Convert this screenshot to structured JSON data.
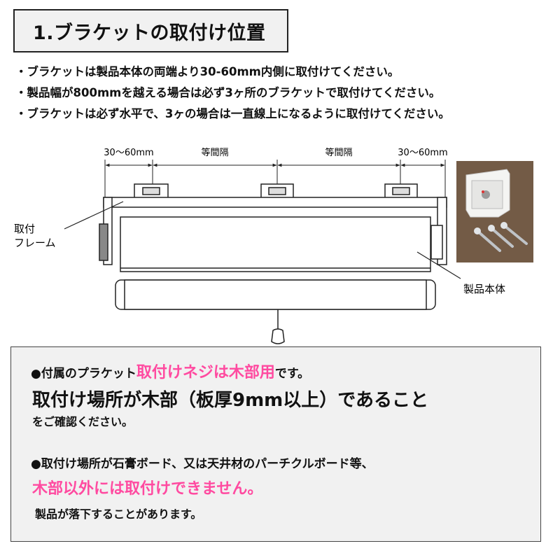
{
  "title": "1.ブラケットの取付け位置",
  "notes": [
    "・ブラケットは製品本体の両端より30-60mm内側に取付けてください。",
    "・製品幅が800mmを越える場合は必ず3ヶ所のブラケットで取付けてください。",
    "・ブラケットは必ず水平で、3ヶの場合は一直線上になるように取付けてください。"
  ],
  "diagram": {
    "dim_left": "30～60mm",
    "dim_mid_left": "等間隔",
    "dim_mid_right": "等間隔",
    "dim_right": "30～60mm",
    "label_frame_1": "取付",
    "label_frame_2": "フレーム",
    "label_body": "製品本体"
  },
  "photo": {
    "icon": "bracket-and-screws-photo"
  },
  "warning": {
    "line1_prefix": "●付属のプラケット",
    "line1_highlight": "取付けネジは木部用",
    "line1_suffix": "です。",
    "line2": "取付け場所が木部（板厚9mm以上）であること",
    "line3": "をご確認ください。",
    "line4": "●取付け場所が石膏ボード、又は天井材のパーチクルボード等、",
    "line5": "木部以外には取付けできません。",
    "line6": "製品が落下することがあります。"
  },
  "colors": {
    "highlight": "#ff4aa0",
    "box_bg": "#f1f1f1"
  }
}
